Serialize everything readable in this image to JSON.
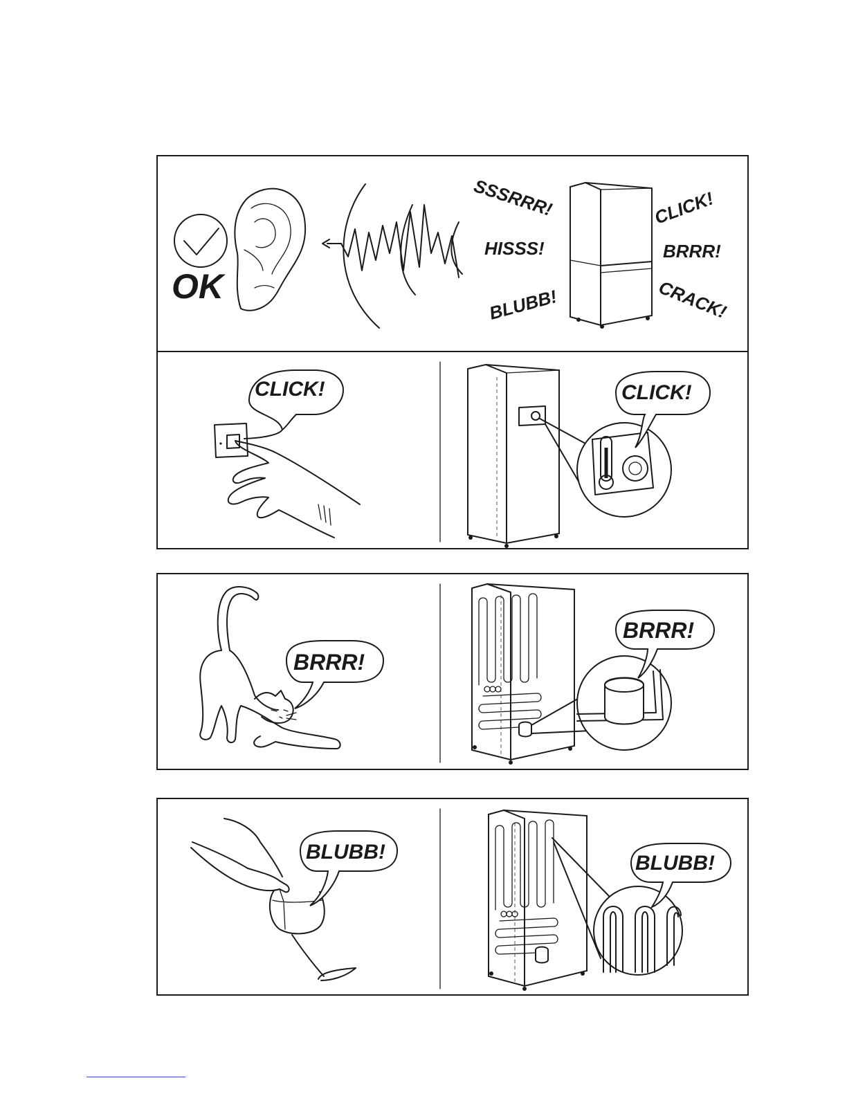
{
  "panel_top": {
    "ok_label": "OK",
    "sounds_left": [
      "SSSRRR!",
      "HISSS!",
      "BLUBB!"
    ],
    "sounds_right": [
      "CLICK!",
      "BRRR!",
      "CRACK!"
    ]
  },
  "panel_click": {
    "left_bubble": "CLICK!",
    "right_bubble": "CLICK!"
  },
  "panel_brrr": {
    "left_bubble": "BRRR!",
    "right_bubble": "BRRR!"
  },
  "panel_blubb": {
    "left_bubble": "BLUBB!",
    "right_bubble": "BLUBB!"
  },
  "colors": {
    "ink": "#1a1a1a",
    "link_underline": "#3b4fd8"
  },
  "icons": [
    "checkmark-circle-icon",
    "ear-icon",
    "sound-wave-icon",
    "fridge-icon",
    "wall-switch-icon",
    "thermostat-icon",
    "cat-icon",
    "compressor-icon",
    "wine-glass-icon",
    "cooling-coil-icon"
  ]
}
